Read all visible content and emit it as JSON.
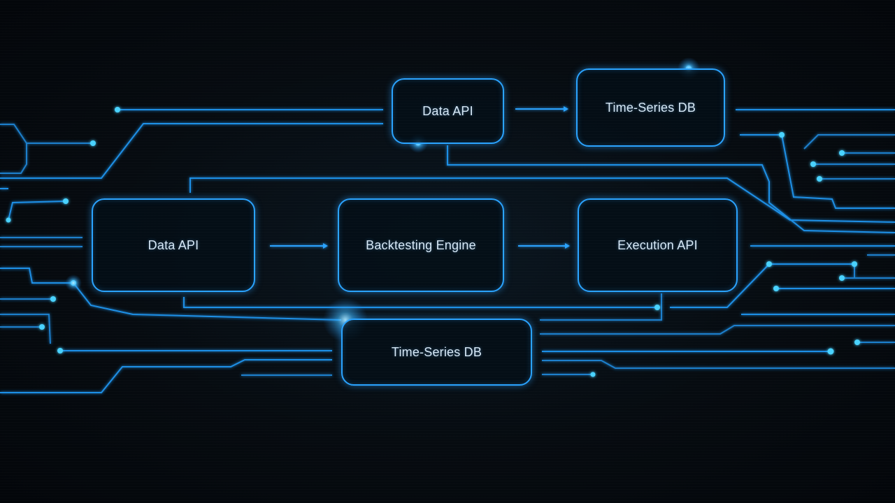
{
  "diagram": {
    "nodes": [
      {
        "id": "data-api-top",
        "label": "Data API"
      },
      {
        "id": "tsdb-top",
        "label": "Time-Series DB"
      },
      {
        "id": "data-api-mid",
        "label": "Data API"
      },
      {
        "id": "backtest",
        "label": "Backtesting Engine"
      },
      {
        "id": "execution",
        "label": "Execution API"
      },
      {
        "id": "tsdb-bottom",
        "label": "Time-Series DB"
      }
    ],
    "edges": [
      {
        "from": "data-api-top",
        "to": "tsdb-top"
      },
      {
        "from": "data-api-mid",
        "to": "backtest"
      },
      {
        "from": "backtest",
        "to": "execution"
      }
    ]
  },
  "colors": {
    "wire": "#1f8fe6",
    "wire_dim": "#13507e",
    "node_border": "#2aa3ff",
    "dot": "#49d2ff",
    "background": "#05090d"
  }
}
